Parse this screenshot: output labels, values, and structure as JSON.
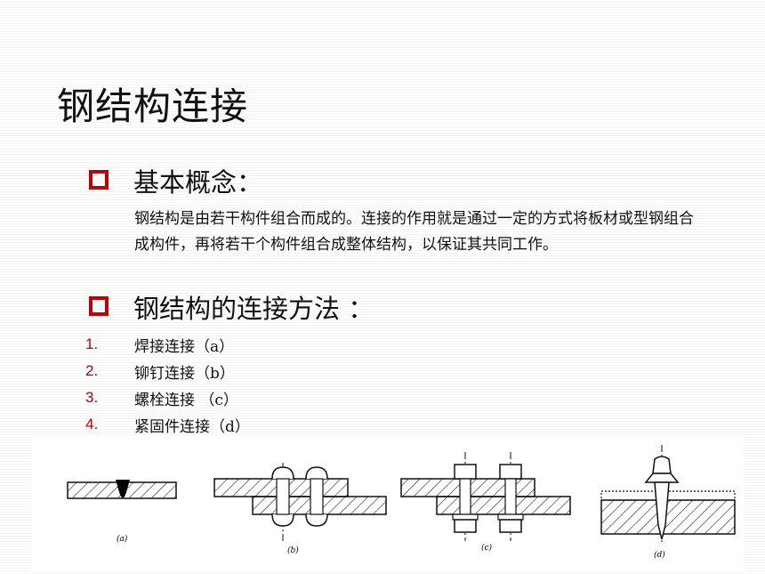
{
  "title": "钢结构连接",
  "section1": {
    "heading": "基本概念：",
    "paragraph": "钢结构是由若干构件组合而成的。连接的作用就是通过一定的方式将板材或型钢组合成构件，再将若干个构件组合成整体结构，以保证其共同工作。"
  },
  "section2": {
    "heading": "钢结构的连接方法 ：",
    "items": [
      {
        "num": "1.",
        "text": "焊接连接（a）"
      },
      {
        "num": "2.",
        "text": "铆钉连接（b）"
      },
      {
        "num": "3.",
        "text": "螺栓连接 （c）"
      },
      {
        "num": "4.",
        "text": "紧固件连接（d）"
      }
    ]
  },
  "figure": {
    "labels": [
      "(a)",
      "(b)",
      "(c)",
      "(d)"
    ]
  },
  "colors": {
    "accent": "#c00000"
  }
}
